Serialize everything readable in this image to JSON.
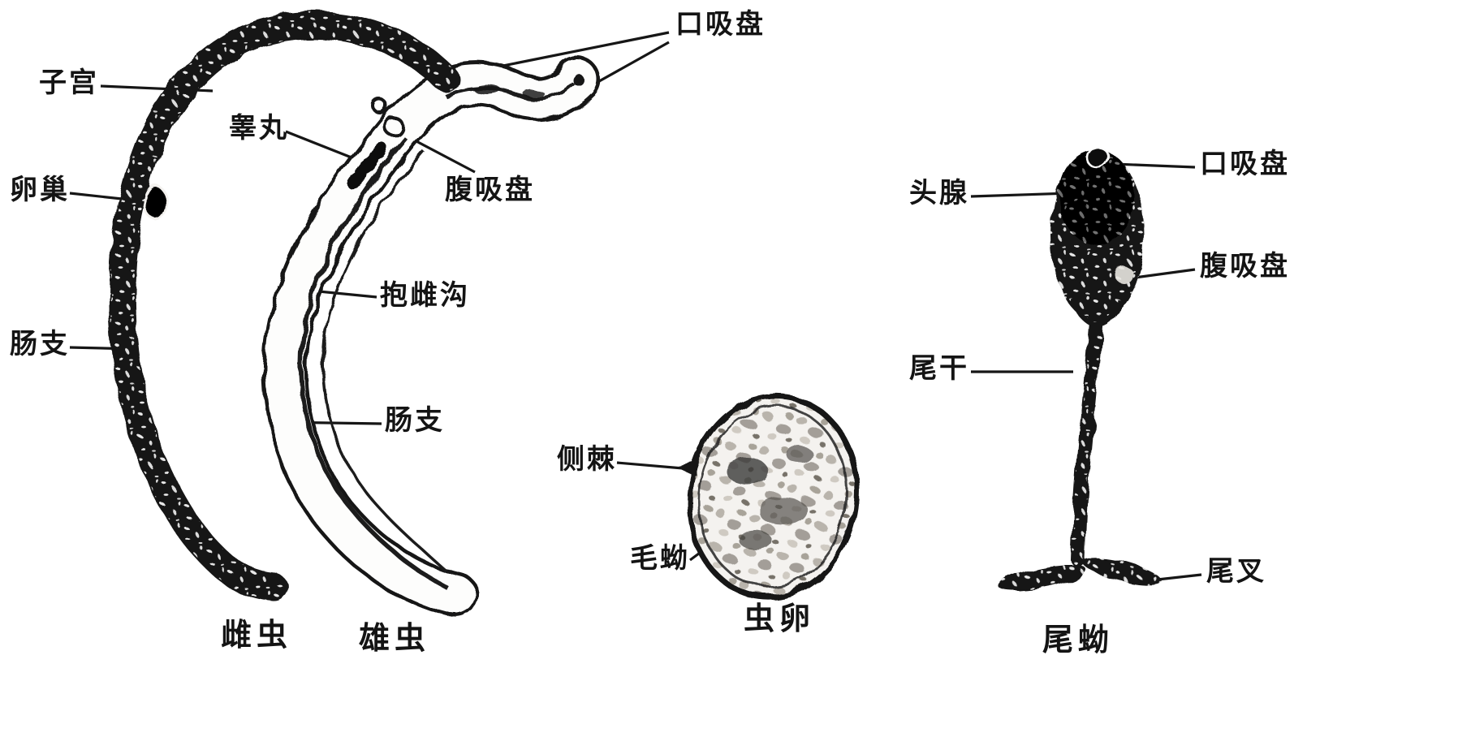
{
  "figure": {
    "background_color": "#ffffff",
    "ink_color": "#161616",
    "adult_worms": {
      "labels": {
        "uterus": "子宫",
        "testis": "睾丸",
        "ovary": "卵巢",
        "intestinal_branch_female": "肠支",
        "oral_sucker": "口吸盘",
        "ventral_sucker": "腹吸盘",
        "gynecophoral_canal": "抱雌沟",
        "intestinal_branch_male": "肠支"
      },
      "captions": {
        "female_worm": "雌虫",
        "male_worm": "雄虫"
      }
    },
    "egg": {
      "labels": {
        "lateral_spine": "侧棘",
        "miracidium": "毛蚴"
      },
      "caption": "虫卵"
    },
    "cercaria": {
      "labels": {
        "head_gland": "头腺",
        "oral_sucker": "口吸盘",
        "ventral_sucker": "腹吸盘",
        "tail_stem": "尾干",
        "tail_fork": "尾叉"
      },
      "caption": "尾蚴"
    }
  }
}
